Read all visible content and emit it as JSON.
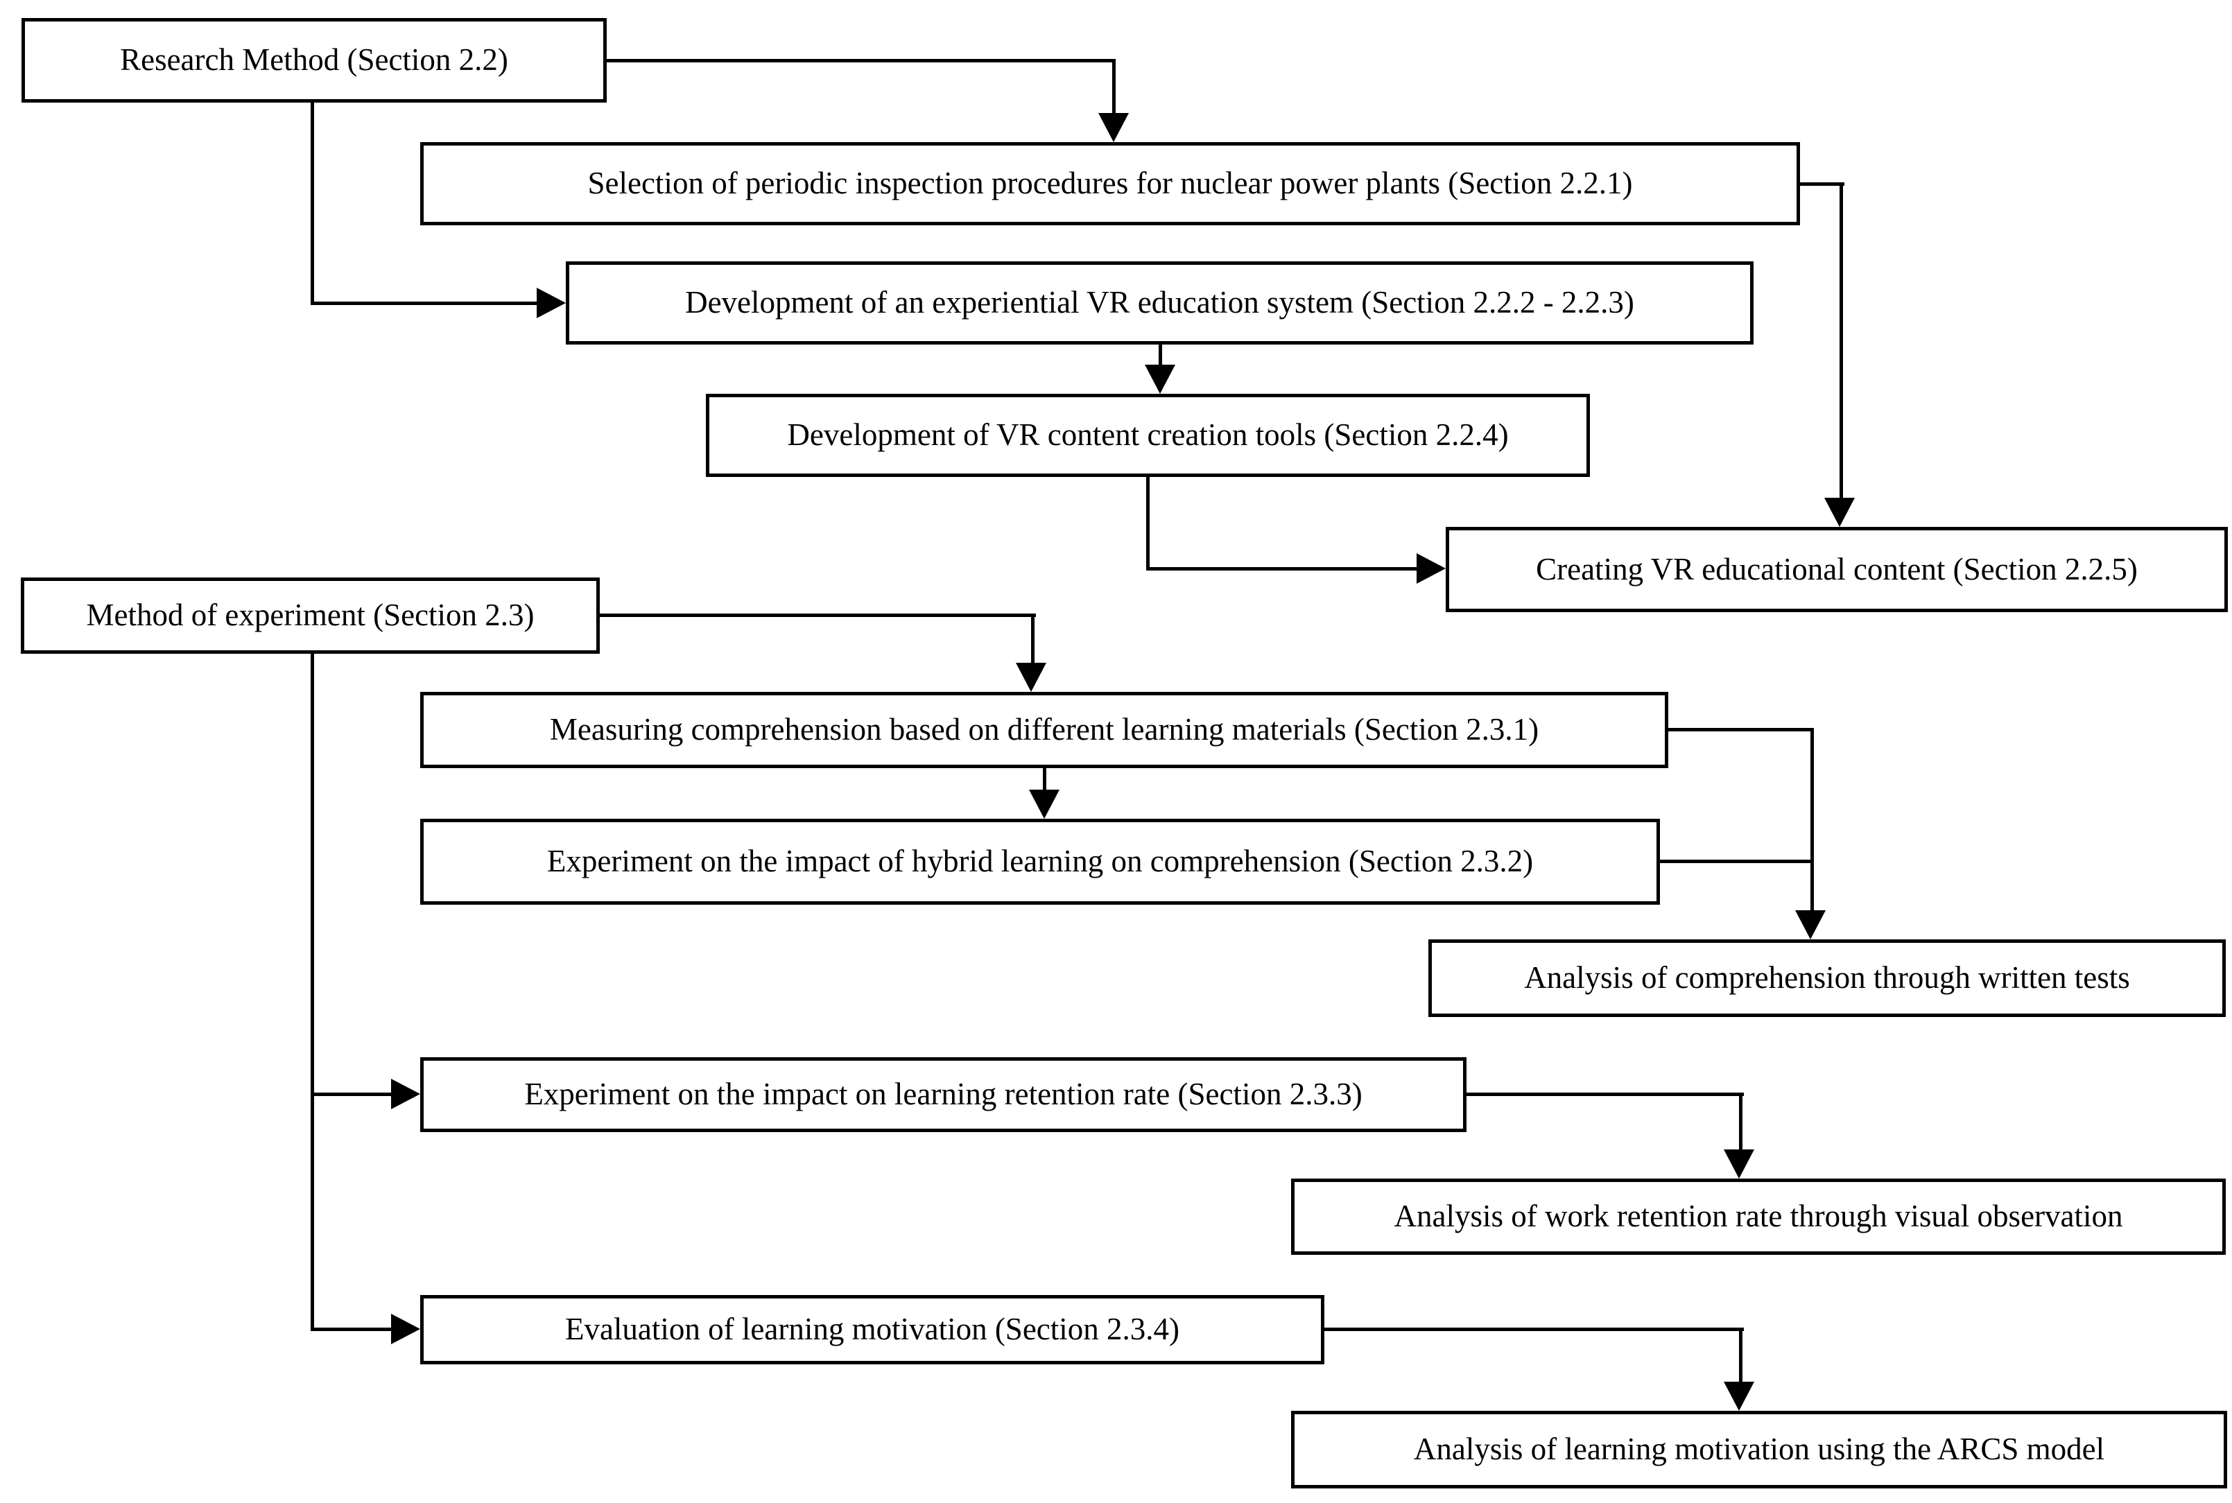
{
  "figure": {
    "type": "flowchart",
    "description": "Research method flow diagram with section references",
    "background_color": "#ffffff",
    "line_color": "#000000",
    "box_border_color": "#000000",
    "text_color": "#000000"
  },
  "nodes": [
    {
      "id": "research-method",
      "label": "Research Method (Section 2.2)"
    },
    {
      "id": "selection-procedures",
      "label": "Selection of periodic inspection procedures for nuclear power plants (Section 2.2.1)"
    },
    {
      "id": "development-vr-system",
      "label": "Development of an experiential VR education system (Section 2.2.2 - 2.2.3)"
    },
    {
      "id": "development-creation-tools",
      "label": "Development of VR content creation tools (Section 2.2.4)"
    },
    {
      "id": "creating-vr-content",
      "label": "Creating VR educational content (Section 2.2.5)"
    },
    {
      "id": "method-of-experiment",
      "label": "Method of experiment (Section 2.3)"
    },
    {
      "id": "measuring-comprehension",
      "label": "Measuring comprehension based on different learning materials (Section 2.3.1)"
    },
    {
      "id": "experiment-hybrid",
      "label": "Experiment on the impact of hybrid learning on comprehension (Section 2.3.2)"
    },
    {
      "id": "analysis-comprehension",
      "label": "Analysis of comprehension through written tests"
    },
    {
      "id": "experiment-retention",
      "label": "Experiment on the impact on learning retention rate (Section 2.3.3)"
    },
    {
      "id": "analysis-work-retention",
      "label": "Analysis of work retention rate through visual observation"
    },
    {
      "id": "evaluation-motivation",
      "label": "Evaluation of learning motivation (Section 2.3.4)"
    },
    {
      "id": "analysis-motivation-arcs",
      "label": "Analysis of learning motivation using the ARCS model"
    }
  ],
  "edges": [
    {
      "from": "research-method",
      "to": "selection-procedures"
    },
    {
      "from": "research-method",
      "to": "development-vr-system"
    },
    {
      "from": "selection-procedures",
      "to": "creating-vr-content"
    },
    {
      "from": "development-vr-system",
      "to": "development-creation-tools"
    },
    {
      "from": "development-creation-tools",
      "to": "creating-vr-content"
    },
    {
      "from": "method-of-experiment",
      "to": "measuring-comprehension"
    },
    {
      "from": "method-of-experiment",
      "to": "experiment-retention"
    },
    {
      "from": "method-of-experiment",
      "to": "evaluation-motivation"
    },
    {
      "from": "measuring-comprehension",
      "to": "experiment-hybrid"
    },
    {
      "from": "measuring-comprehension",
      "to": "analysis-comprehension"
    },
    {
      "from": "experiment-hybrid",
      "to": "analysis-comprehension"
    },
    {
      "from": "experiment-retention",
      "to": "analysis-work-retention"
    },
    {
      "from": "evaluation-motivation",
      "to": "analysis-motivation-arcs"
    }
  ]
}
